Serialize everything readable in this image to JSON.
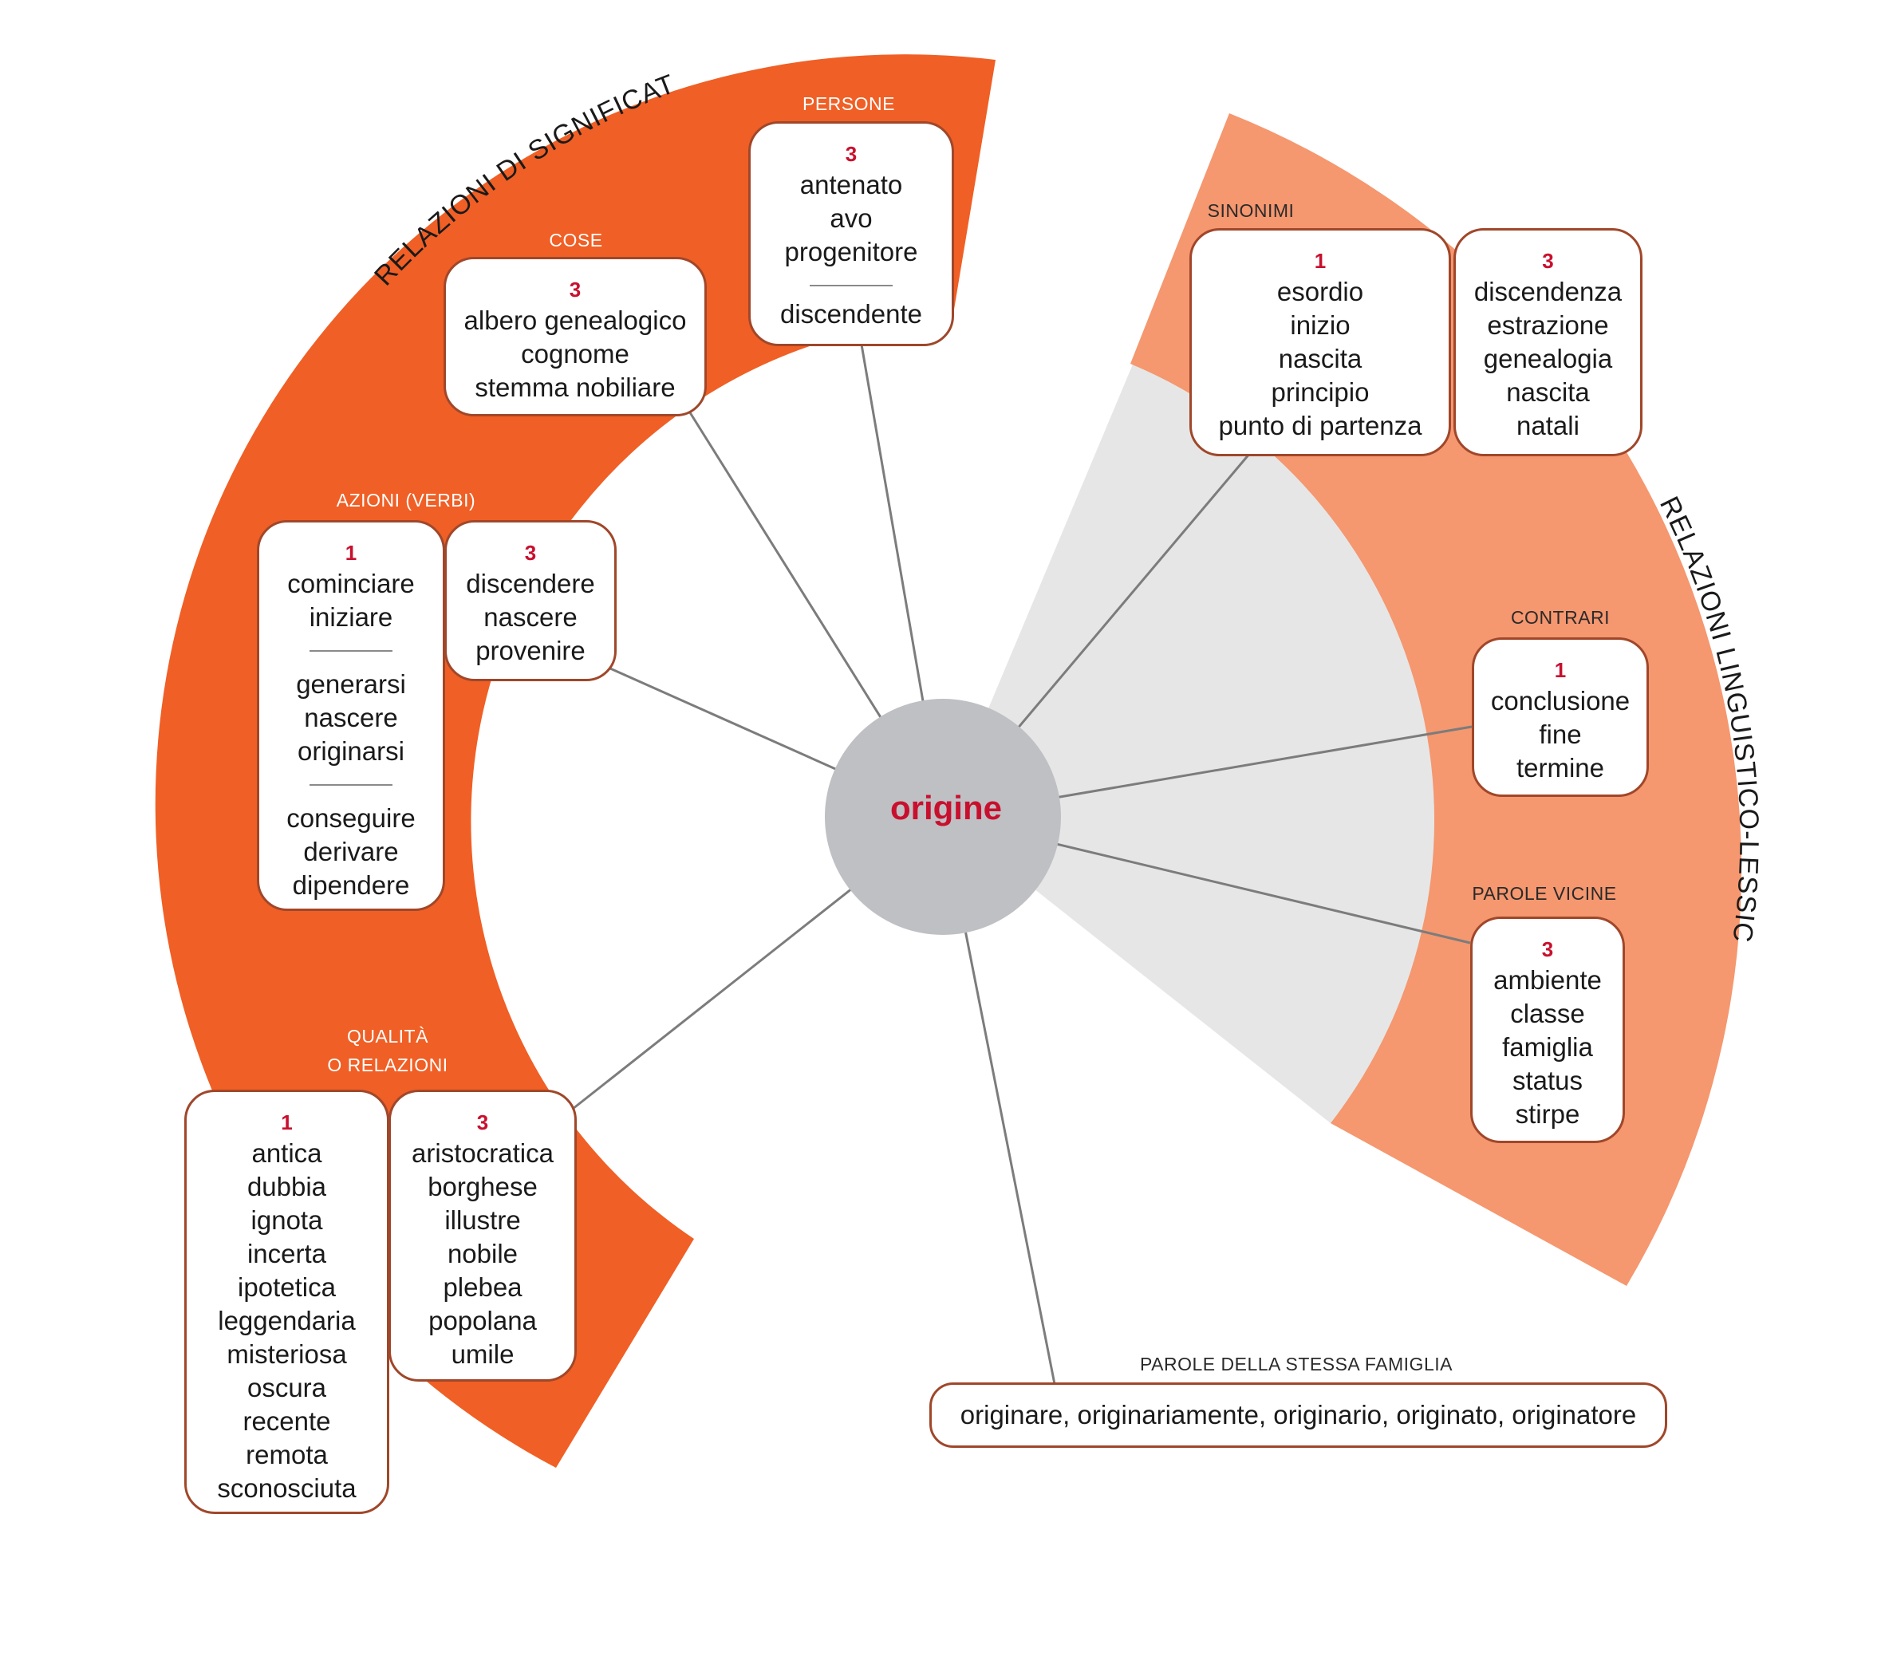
{
  "center": {
    "word": "origine"
  },
  "headings": {
    "meaning": "RELAZIONI DI SIGNIFICATO",
    "lexical": "RELAZIONI LINGUISTICO-LESSICALI"
  },
  "categories": {
    "persone": "PERSONE",
    "cose": "COSE",
    "azioni": "AZIONI (VERBI)",
    "qualita_1": "QUALITÀ",
    "qualita_2": "O RELAZIONI",
    "sinonimi": "SINONIMI",
    "contrari": "CONTRARI",
    "parole_vicine": "PAROLE VICINE",
    "famiglia": "PAROLE DELLA STESSA FAMIGLIA"
  },
  "boxes": {
    "persone": {
      "num": "3",
      "words": [
        "antenato",
        "avo",
        "progenitore"
      ],
      "words2": [
        "discendente"
      ]
    },
    "cose": {
      "num": "3",
      "words": [
        "albero genealogico",
        "cognome",
        "stemma nobiliare"
      ]
    },
    "azioni_1": {
      "num": "1",
      "words": [
        "cominciare",
        "iniziare"
      ],
      "words2": [
        "generarsi",
        "nascere",
        "originarsi"
      ],
      "words3": [
        "conseguire",
        "derivare",
        "dipendere"
      ]
    },
    "azioni_3": {
      "num": "3",
      "words": [
        "discendere",
        "nascere",
        "provenire"
      ]
    },
    "qualita_1": {
      "num": "1",
      "words": [
        "antica",
        "dubbia",
        "ignota",
        "incerta",
        "ipotetica",
        "leggendaria",
        "misteriosa",
        "oscura",
        "recente",
        "remota",
        "sconosciuta"
      ]
    },
    "qualita_3": {
      "num": "3",
      "words": [
        "aristocratica",
        "borghese",
        "illustre",
        "nobile",
        "plebea",
        "popolana",
        "umile"
      ]
    },
    "sinonimi_1": {
      "num": "1",
      "words": [
        "esordio",
        "inizio",
        "nascita",
        "principio",
        "punto di partenza"
      ]
    },
    "sinonimi_3": {
      "num": "3",
      "words": [
        "discendenza",
        "estrazione",
        "genealogia",
        "nascita",
        "natali"
      ]
    },
    "contrari": {
      "num": "1",
      "words": [
        "conclusione",
        "fine",
        "termine"
      ]
    },
    "parole_vicine": {
      "num": "3",
      "words": [
        "ambiente",
        "classe",
        "famiglia",
        "status",
        "stirpe"
      ]
    }
  },
  "family": {
    "words": "originare, originariamente, originario, originato, originatore"
  },
  "colors": {
    "orange_band": "#f05f25",
    "salmon_band": "#f5976f",
    "grey_sector": "#e6e6e6",
    "center_circle": "#bfc0c4",
    "accent_red": "#c8102e",
    "box_border": "#a0472a",
    "connector": "#7c7c7c"
  }
}
